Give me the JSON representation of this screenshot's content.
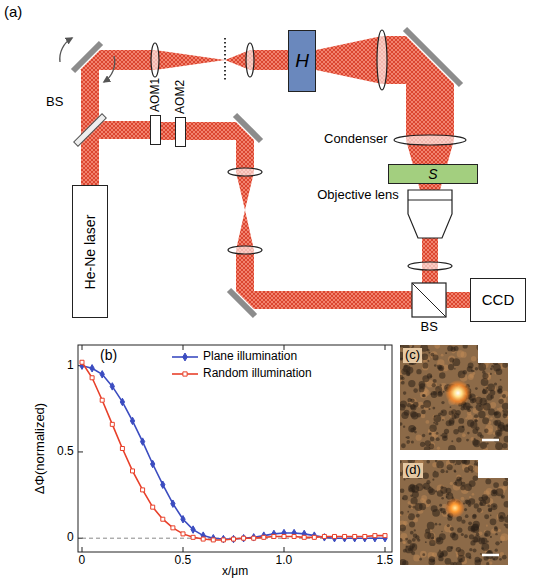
{
  "diagram": {
    "nodes": [
      {
        "text": [
          "He-Ne laser"
        ]
      },
      {
        "text": [
          "AOM1"
        ]
      },
      {
        "text": [
          "AOM2"
        ]
      },
      {
        "text": [
          "H"
        ]
      },
      {
        "text": [
          "S"
        ]
      },
      {
        "text": [
          "CCD"
        ]
      }
    ],
    "edges": [
      {
        "from": 0,
        "to": 1,
        "arrow": "none"
      },
      {
        "from": 1,
        "to": 2,
        "arrow": "none"
      }
    ],
    "labels": [
      "(a)",
      "BS",
      "Condenser",
      "Objective lens",
      "BS",
      "(b)",
      "ΔΦ(normalized)",
      "1",
      "0.5",
      "0",
      "0",
      "0.5",
      "1.0",
      "1.5",
      "x/μm",
      "(c)",
      "(d)"
    ],
    "legend": [
      {
        "text": "Plane illumination"
      },
      {
        "text": "Random illumination"
      }
    ]
  }
}
